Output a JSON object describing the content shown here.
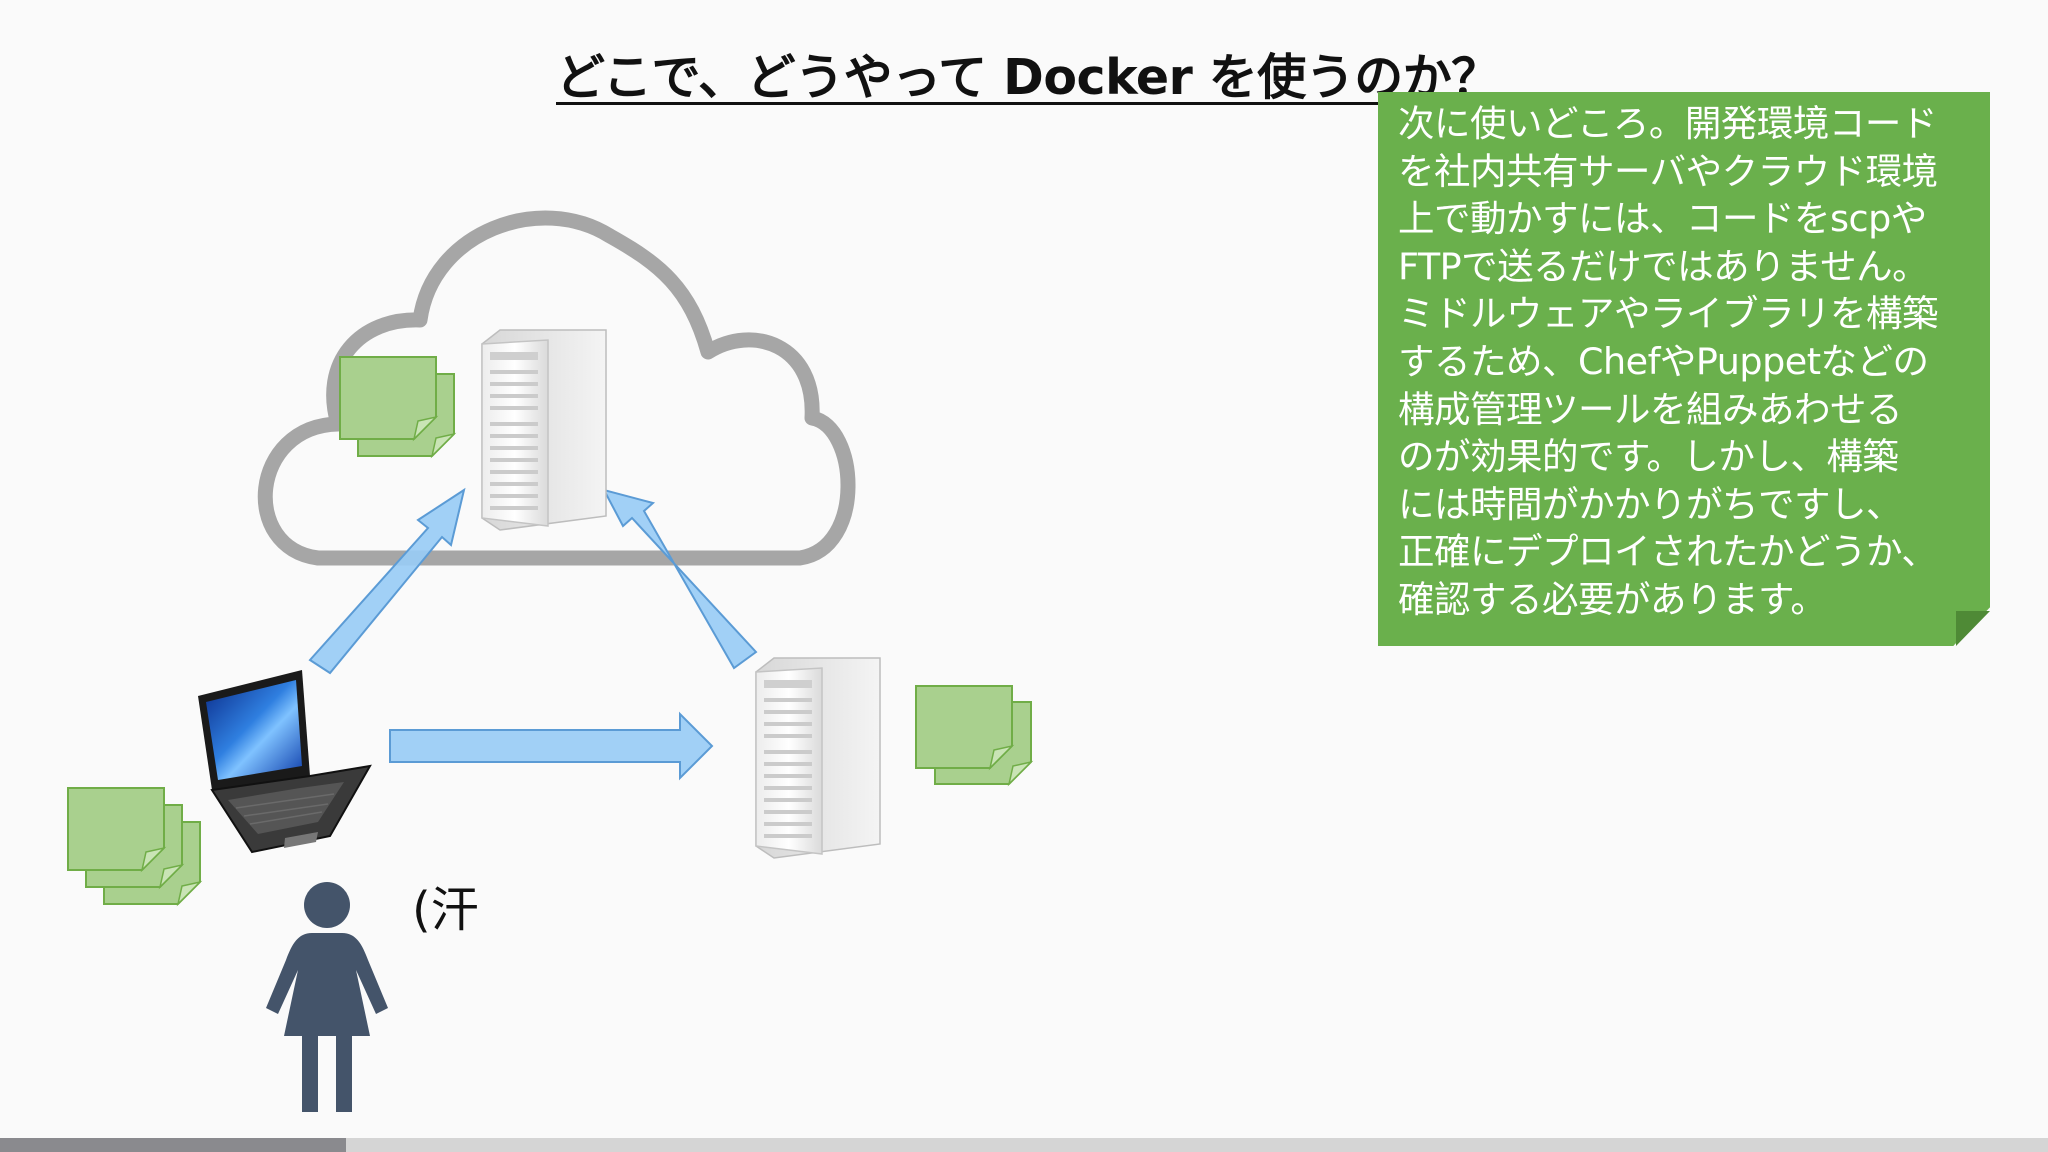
{
  "slide": {
    "title": "どこで、どうやって Docker を使うのか？",
    "note_text": "次に使いどころ。開発環境コード\nを社内共有サーバやクラウド環境\n上で動かすには、コードをscpや\nFTPで送るだけではありません。\nミドルウェアやライブラリを構築\nするため、ChefやPuppetなどの\n構成管理ツールを組みあわせる\nのが効果的です。しかし、構築\nには時間がかかりがちですし、\n正確にデプロイされたかどうか、\n確認する必要があります。",
    "annotation": "(汗",
    "progress_fraction": 0.169
  },
  "icons": {
    "cloud": "cloud-icon",
    "server": "server-icon",
    "laptop": "laptop-icon",
    "documents": "document-stack-icon",
    "person": "person-icon",
    "arrow": "arrow-icon"
  },
  "colors": {
    "note": "#6ab04c",
    "document": "#a9d08e",
    "arrow": "#99ccf5",
    "person": "#44546a",
    "cloud": "#a6a6a6"
  }
}
